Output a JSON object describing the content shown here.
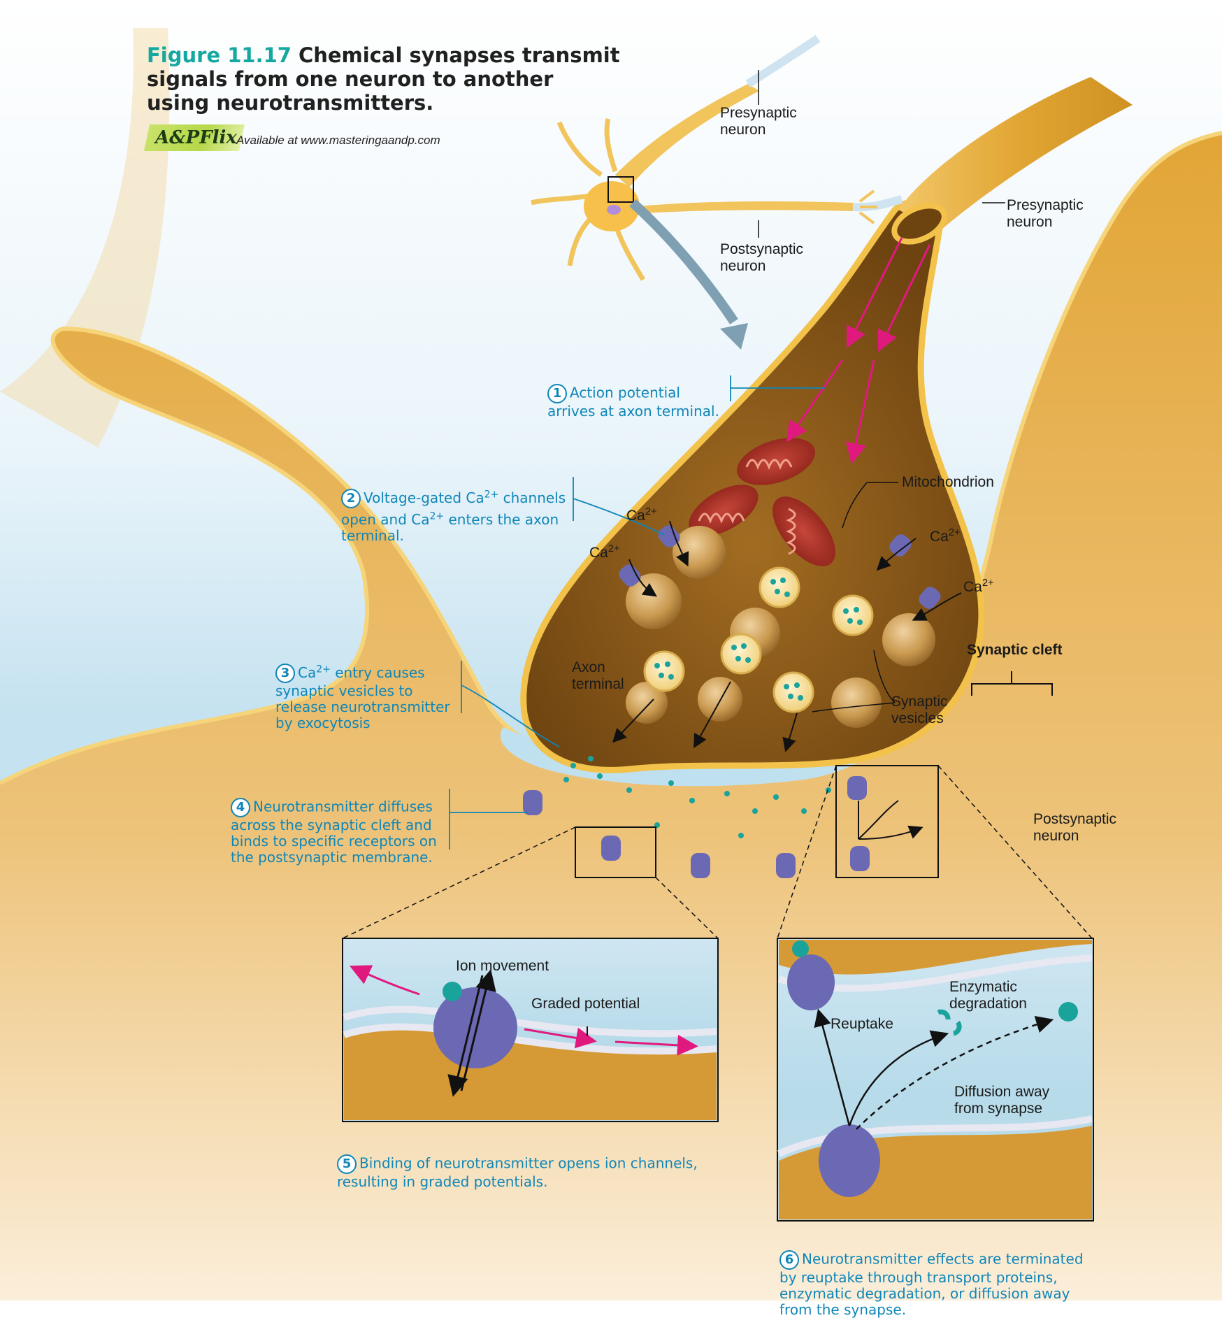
{
  "figure": {
    "number": "Figure 11.17",
    "caption": "Chemical synapses transmit signals from one neuron to another using neurotransmitters.",
    "flix_label": "A&PFlix",
    "availability": "Available at www.masteringaandp.com"
  },
  "labels": {
    "presynaptic_small": "Presynaptic\nneuron",
    "postsynaptic_small": "Postsynaptic\nneuron",
    "presynaptic_large": "Presynaptic\nneuron",
    "mitochondrion": "Mitochondrion",
    "ca1": "Ca2+",
    "ca2": "Ca2+",
    "ca3": "Ca2+",
    "ca4": "Ca2+",
    "axon_terminal": "Axon\nterminal",
    "synaptic_vesicles": "Synaptic\nvesicles",
    "synaptic_cleft": "Synaptic cleft",
    "postsynaptic_large": "Postsynaptic\nneuron",
    "ion_movement": "Ion movement",
    "graded_potential": "Graded potential",
    "reuptake": "Reuptake",
    "enzymatic_degradation": "Enzymatic\ndegradation",
    "diffusion_away": "Diffusion away\nfrom synapse"
  },
  "steps": [
    {
      "num": "1",
      "text": "Action potential\narrives at axon terminal."
    },
    {
      "num": "2",
      "text": "Voltage-gated Ca2+ channels\nopen and Ca2+ enters the axon\nterminal."
    },
    {
      "num": "3",
      "text": "Ca2+ entry causes\nsynaptic vesicles to\nrelease neurotransmitter\nby exocytosis"
    },
    {
      "num": "4",
      "text": "Neurotransmitter diffuses\nacross the synaptic cleft and\nbinds to specific receptors on\nthe postsynaptic membrane."
    },
    {
      "num": "5",
      "text": "Binding of neurotransmitter opens ion channels,\nresulting in graded potentials."
    },
    {
      "num": "6",
      "text": "Neurotransmitter effects are terminated\nby reuptake through transport proteins,\nenzymatic degradation, or diffusion away\nfrom the synapse."
    }
  ],
  "colors": {
    "neuron": "#e3a52c",
    "cytoplasm": "#8a5a16",
    "cleft": "#bfe0ef",
    "step_text": "#0f86b8",
    "arrow": "#e0197f",
    "neurotransmitter": "#1aa39a",
    "channel": "#6b69b3"
  }
}
